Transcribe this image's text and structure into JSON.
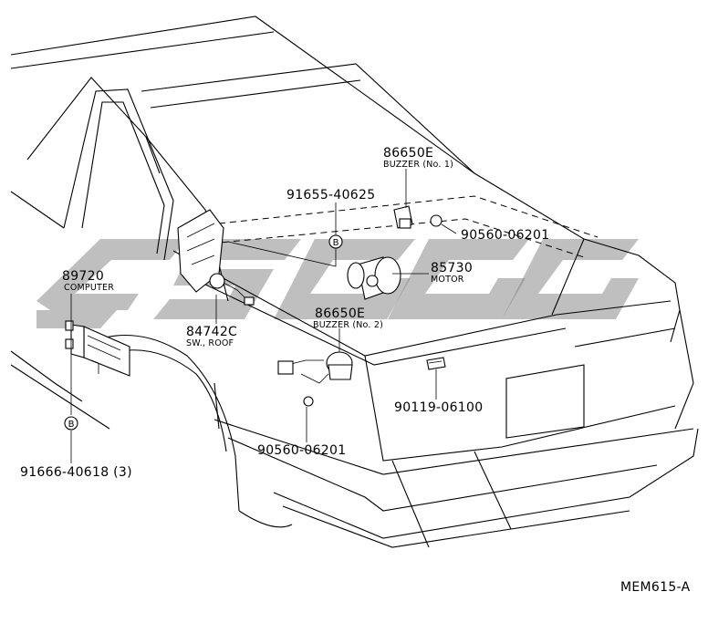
{
  "callouts": [
    {
      "part_no": "86650E",
      "desc": "BUZZER (No. 1)"
    },
    {
      "part_no": "91655-40625",
      "desc": ""
    },
    {
      "part_no": "90560-06201",
      "desc": ""
    },
    {
      "part_no": "89720",
      "desc": "COMPUTER"
    },
    {
      "part_no": "85730",
      "desc": "MOTOR"
    },
    {
      "part_no": "86650E",
      "desc": "BUZZER (No. 2)"
    },
    {
      "part_no": "84742C",
      "desc": "SW., ROOF"
    },
    {
      "part_no": "90119-06100",
      "desc": ""
    },
    {
      "part_no": "90560-06201",
      "desc": ""
    },
    {
      "part_no": "91666-40618 (3)",
      "desc": ""
    }
  ],
  "bolt_marker": "B",
  "diagram_code": "MEM615-A"
}
